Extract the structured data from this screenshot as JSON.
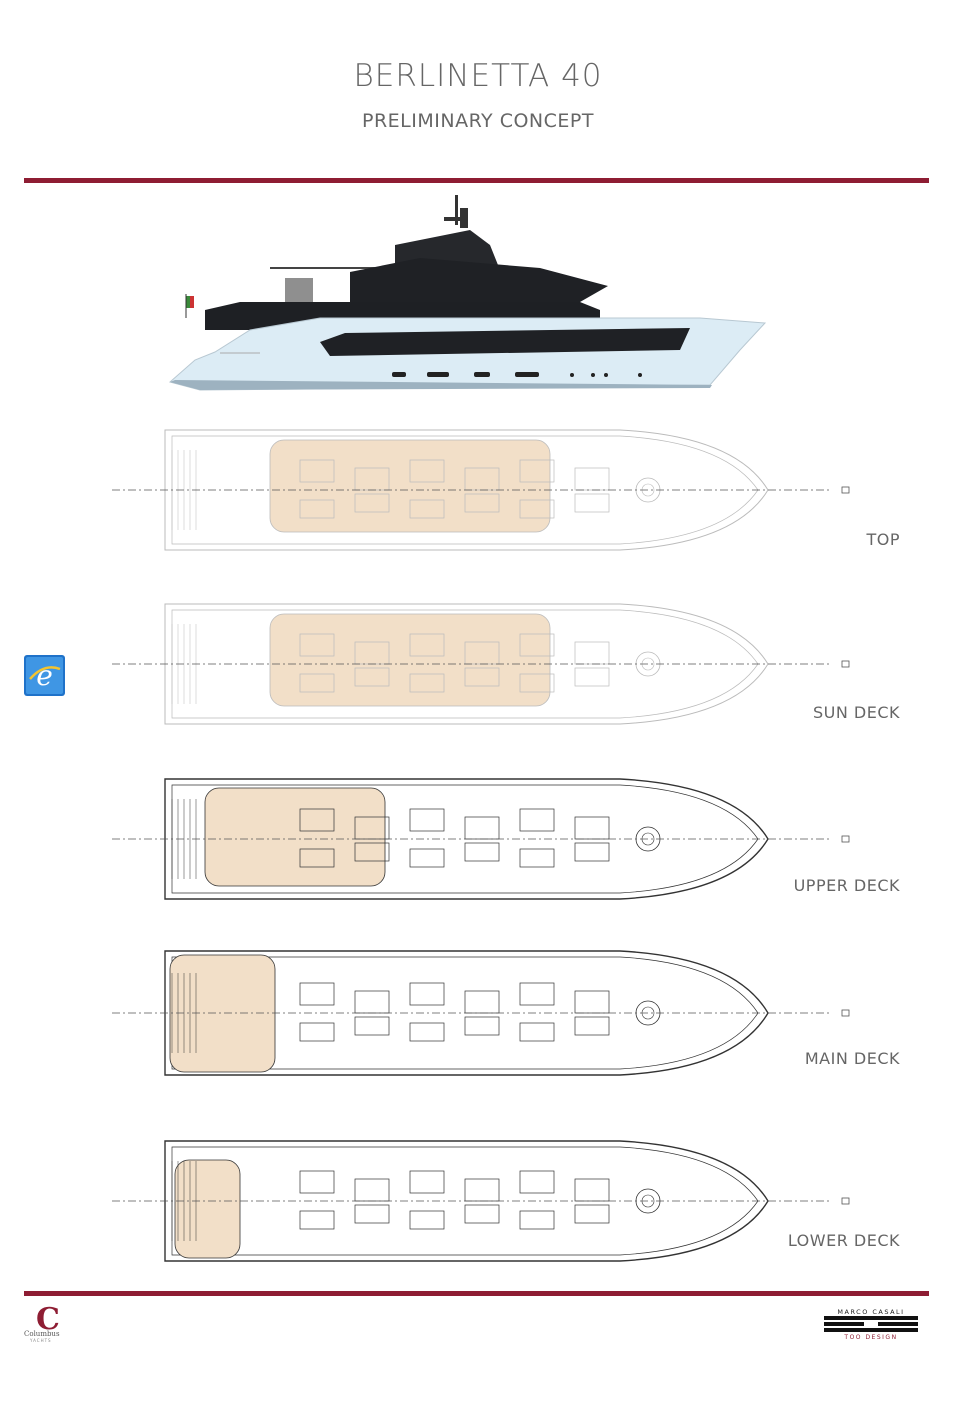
{
  "header": {
    "title": "BERLINETTA 40",
    "subtitle": "PRELIMINARY CONCEPT"
  },
  "decks": [
    {
      "id": "top",
      "label": "TOP"
    },
    {
      "id": "sun",
      "label": "SUN DECK"
    },
    {
      "id": "upper",
      "label": "UPPER DECK"
    },
    {
      "id": "main",
      "label": "MAIN DECK"
    },
    {
      "id": "lower",
      "label": "LOWER DECK"
    }
  ],
  "footer": {
    "left_brand": "Columbus",
    "left_sub": "YACHTS",
    "right_top": "MARCO CASALI",
    "right_bottom": "TOO DESIGN"
  },
  "colors": {
    "accent": "#8e1d33",
    "deck_fill": "#f2dfc8",
    "hull_blue": "#dceef7",
    "superstructure": "#222428"
  }
}
